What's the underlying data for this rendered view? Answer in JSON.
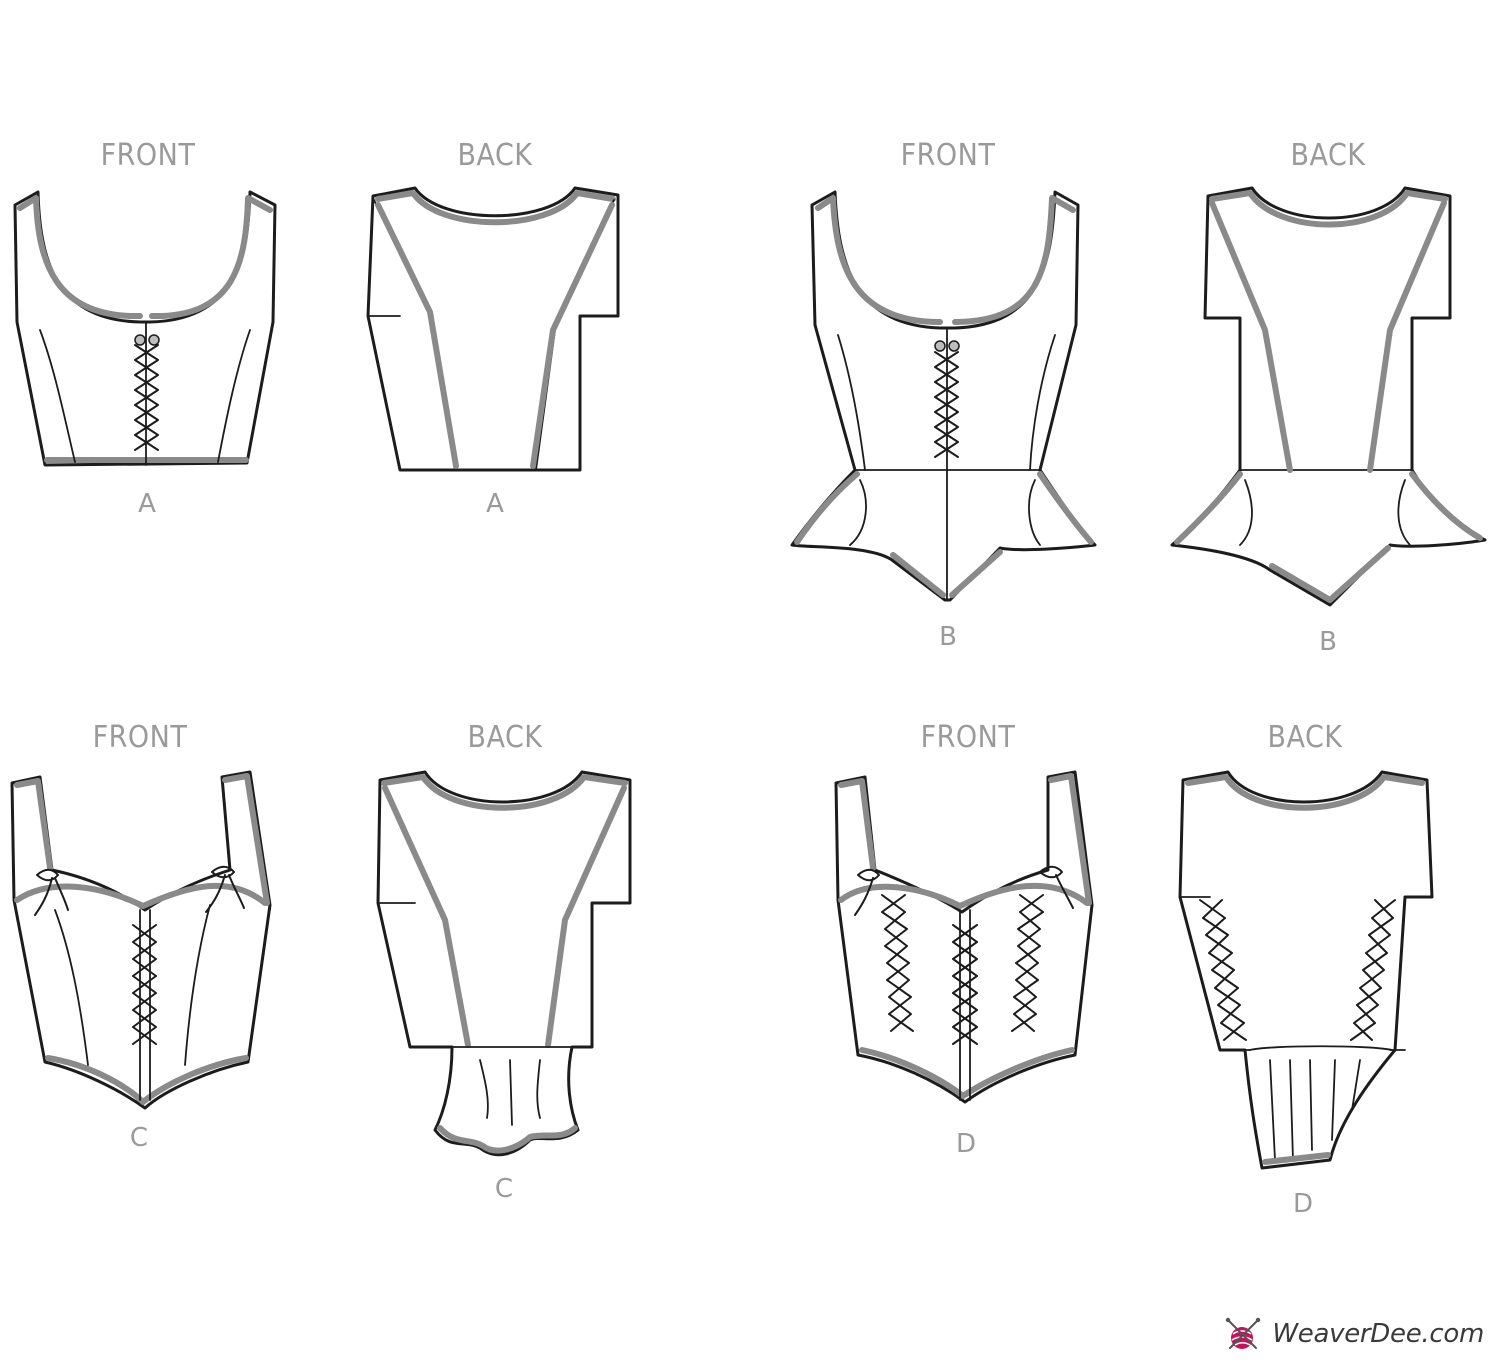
{
  "labels": {
    "front": "FRONT",
    "back": "BACK"
  },
  "views": {
    "A": {
      "letter": "A"
    },
    "B": {
      "letter": "B"
    },
    "C": {
      "letter": "C"
    },
    "D": {
      "letter": "D"
    }
  },
  "watermark": {
    "text": "WeaverDee.com",
    "icon": "yarn-needles-icon",
    "color": "#c4145c"
  }
}
